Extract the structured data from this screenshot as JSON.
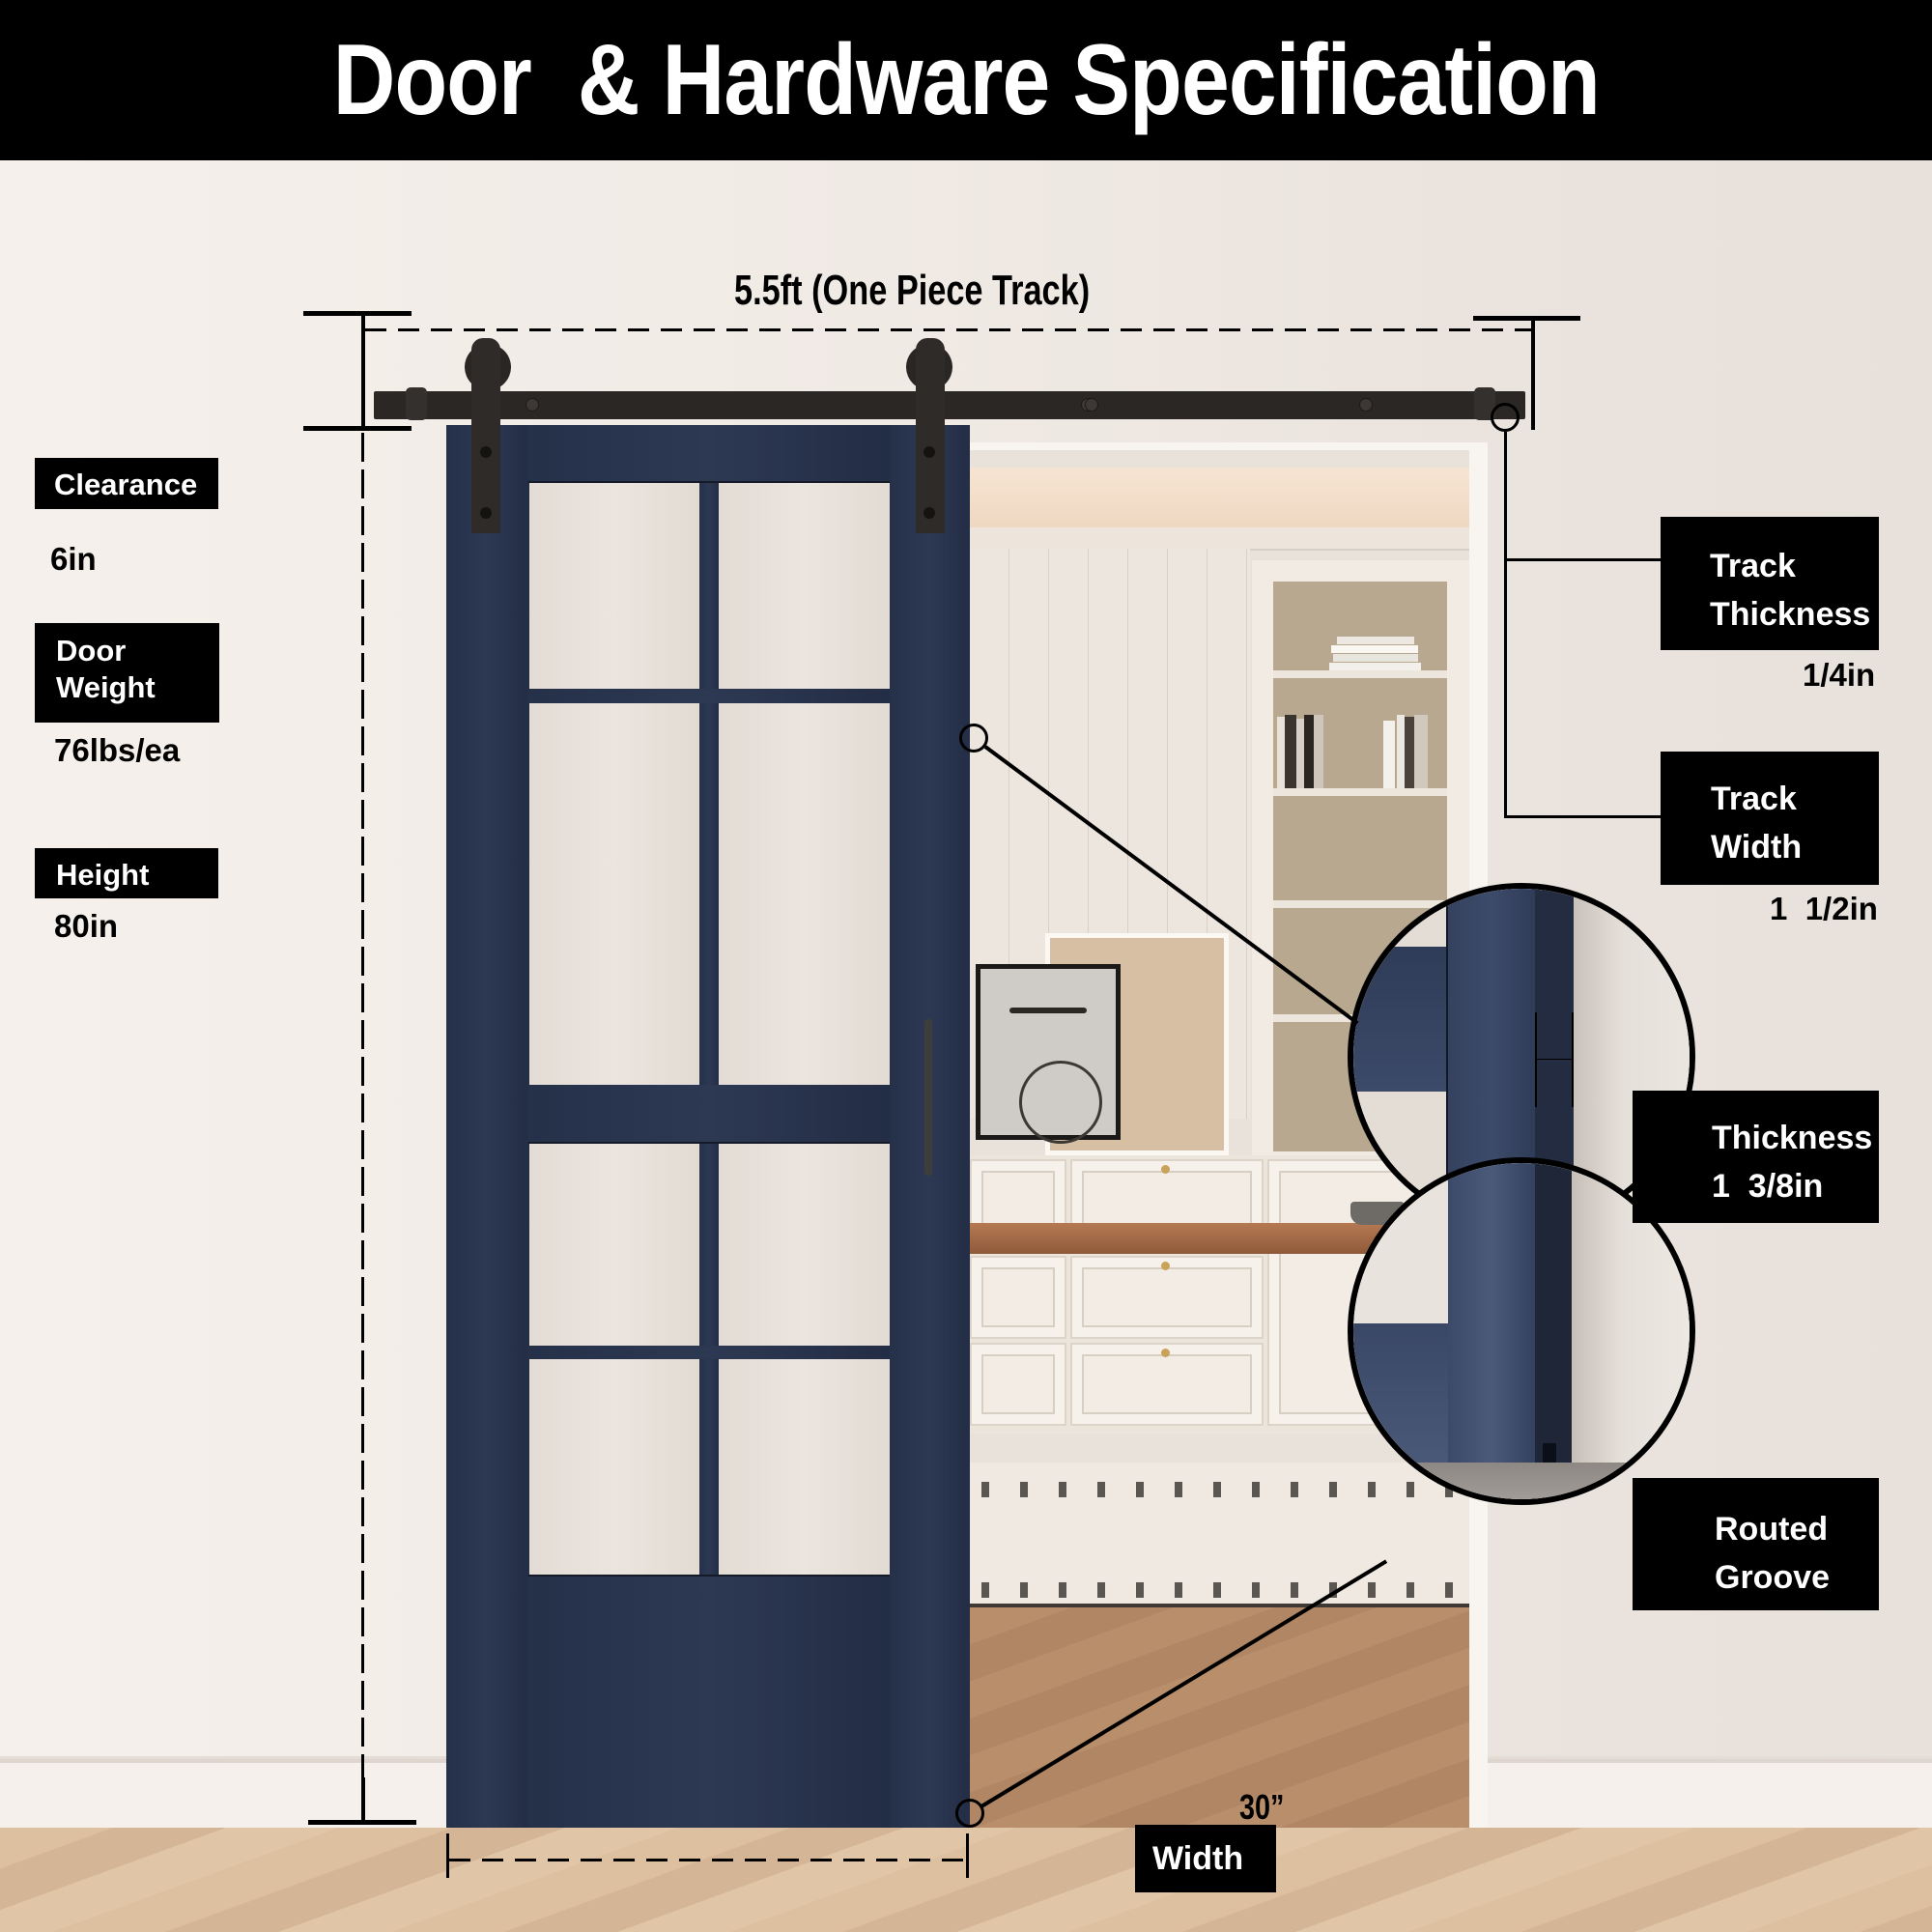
{
  "header": {
    "title": "Door  & Hardware Specification"
  },
  "track": {
    "label": "5.5ft  (One Piece Track)"
  },
  "specs_left": [
    {
      "name": "clearance",
      "label_lines": [
        "Clearance"
      ],
      "value": "6in"
    },
    {
      "name": "door-weight",
      "label_lines": [
        "Door",
        "Weight"
      ],
      "value": "76lbs/ea"
    },
    {
      "name": "height",
      "label_lines": [
        "Height"
      ],
      "value": "80in"
    }
  ],
  "specs_right": [
    {
      "name": "track-thickness",
      "label_lines": [
        "Track",
        "Thickness"
      ],
      "value": "1/4in"
    },
    {
      "name": "track-width",
      "label_lines": [
        "Track",
        "Width"
      ],
      "value": "1  1/2in"
    },
    {
      "name": "thickness",
      "label_lines": [
        "Thickness",
        "1  3/8in"
      ]
    },
    {
      "name": "routed-groove",
      "label_lines": [
        "Routed",
        "Groove"
      ]
    }
  ],
  "width": {
    "label": "Width",
    "value": "30”"
  },
  "colors": {
    "label_bg": "#000000",
    "label_text": "#ffffff",
    "door": "#28324a",
    "track": "#2b2725",
    "wall": "#efe8e3",
    "floor": "#d8bb9b"
  }
}
